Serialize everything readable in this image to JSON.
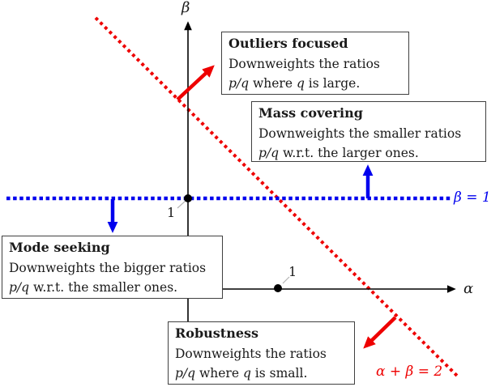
{
  "colors": {
    "red_accent": "#ee0000",
    "blue_accent": "#0000ee",
    "axis_black": "#000000",
    "box_border": "#404040"
  },
  "axes": {
    "x_label": "α",
    "y_label": "β",
    "x_tick_label": "1",
    "y_tick_label": "1"
  },
  "lines": {
    "beta_line_label": "β = 1",
    "sum_line_label": "α + β = 2"
  },
  "boxes": {
    "outliers": {
      "title": "Outliers focused",
      "line1": "Downweights the ratios",
      "math1": "p/q",
      "text1": " where ",
      "math2": "q",
      "text2": " is large."
    },
    "mass": {
      "title": "Mass covering",
      "line1": "Downweights the smaller ratios",
      "math1": "p/q",
      "text1": " w.r.t. the larger ones."
    },
    "mode": {
      "title": "Mode seeking",
      "line1": "Downweights the bigger ratios",
      "math1": "p/q",
      "text1": " w.r.t. the smaller ones."
    },
    "robustness": {
      "title": "Robustness",
      "line1": "Downweights the ratios",
      "math1": "p/q",
      "text1": " where ",
      "math2": "q",
      "text2": " is small."
    }
  }
}
